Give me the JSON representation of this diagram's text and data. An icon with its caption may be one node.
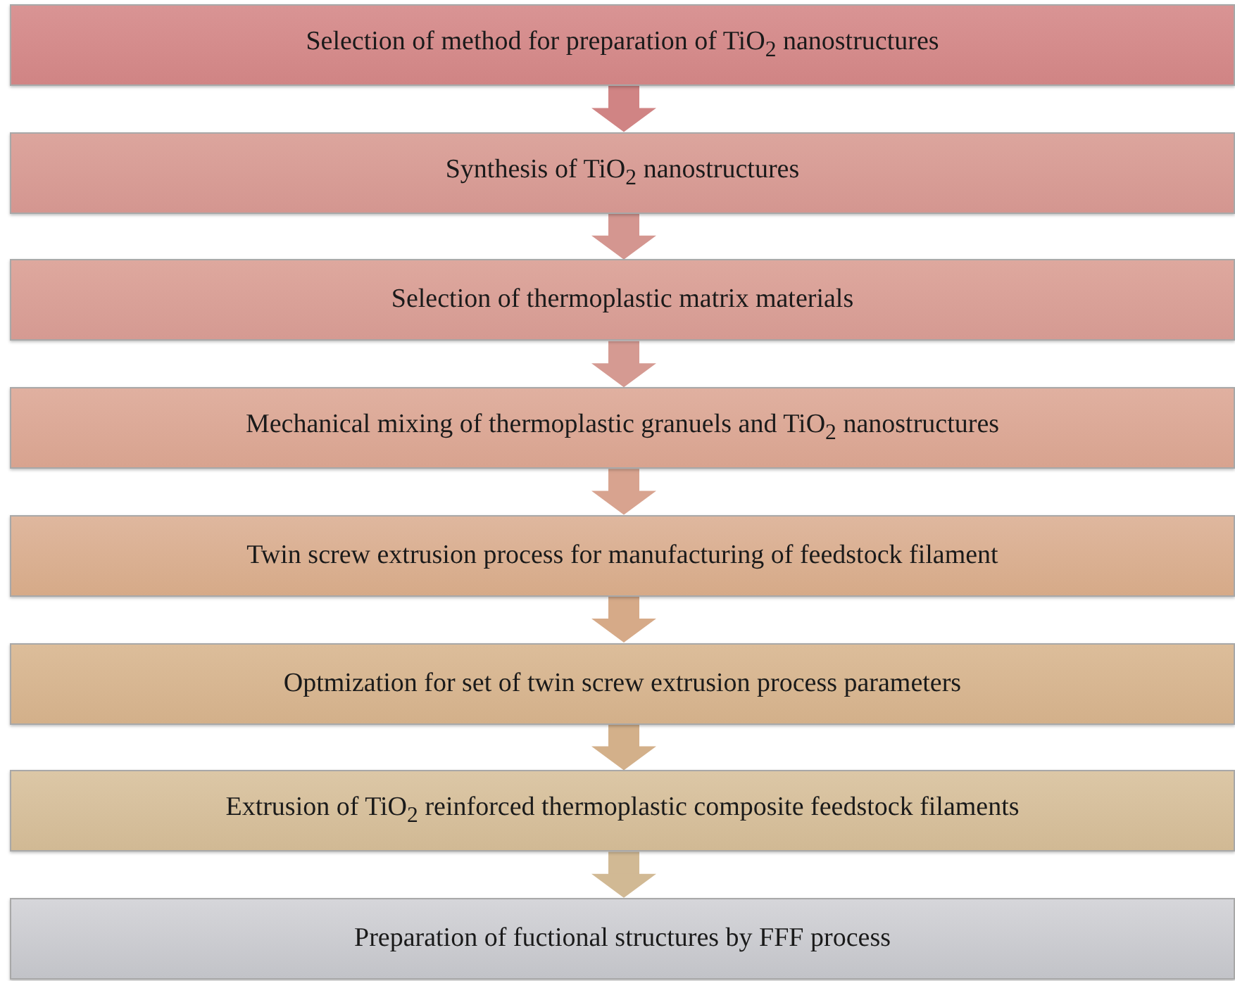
{
  "diagram": {
    "nodes": [
      {
        "text": [
          "Selection of method for preparation of TiO$_{2}$ nanostructures"
        ]
      },
      {
        "text": [
          "Synthesis of TiO$_{2}$ nanostructures"
        ]
      },
      {
        "text": [
          "Selection of thermoplastic matrix materials"
        ]
      },
      {
        "text": [
          "Mechanical mixing of thermoplastic granuels and TiO$_{2}$ nanostructures"
        ]
      },
      {
        "text": [
          "Twin screw extrusion process for manufacturing of feedstock filament"
        ]
      },
      {
        "text": [
          "Optmization for set of twin screw extrusion process parameters"
        ]
      },
      {
        "text": [
          "Extrusion of TiO$_{2}$ reinforced thermoplastic composite feedstock filaments"
        ]
      },
      {
        "text": [
          "Preparation of fuctional structures by FFF process"
        ]
      }
    ],
    "edges": [
      {
        "from": 0,
        "to": 1,
        "arrow": "to"
      },
      {
        "from": 1,
        "to": 2,
        "arrow": "to"
      },
      {
        "from": 2,
        "to": 3,
        "arrow": "to"
      },
      {
        "from": 3,
        "to": 4,
        "arrow": "to"
      },
      {
        "from": 4,
        "to": 5,
        "arrow": "to"
      },
      {
        "from": 5,
        "to": 6,
        "arrow": "to"
      },
      {
        "from": 6,
        "to": 7,
        "arrow": "to"
      }
    ]
  }
}
